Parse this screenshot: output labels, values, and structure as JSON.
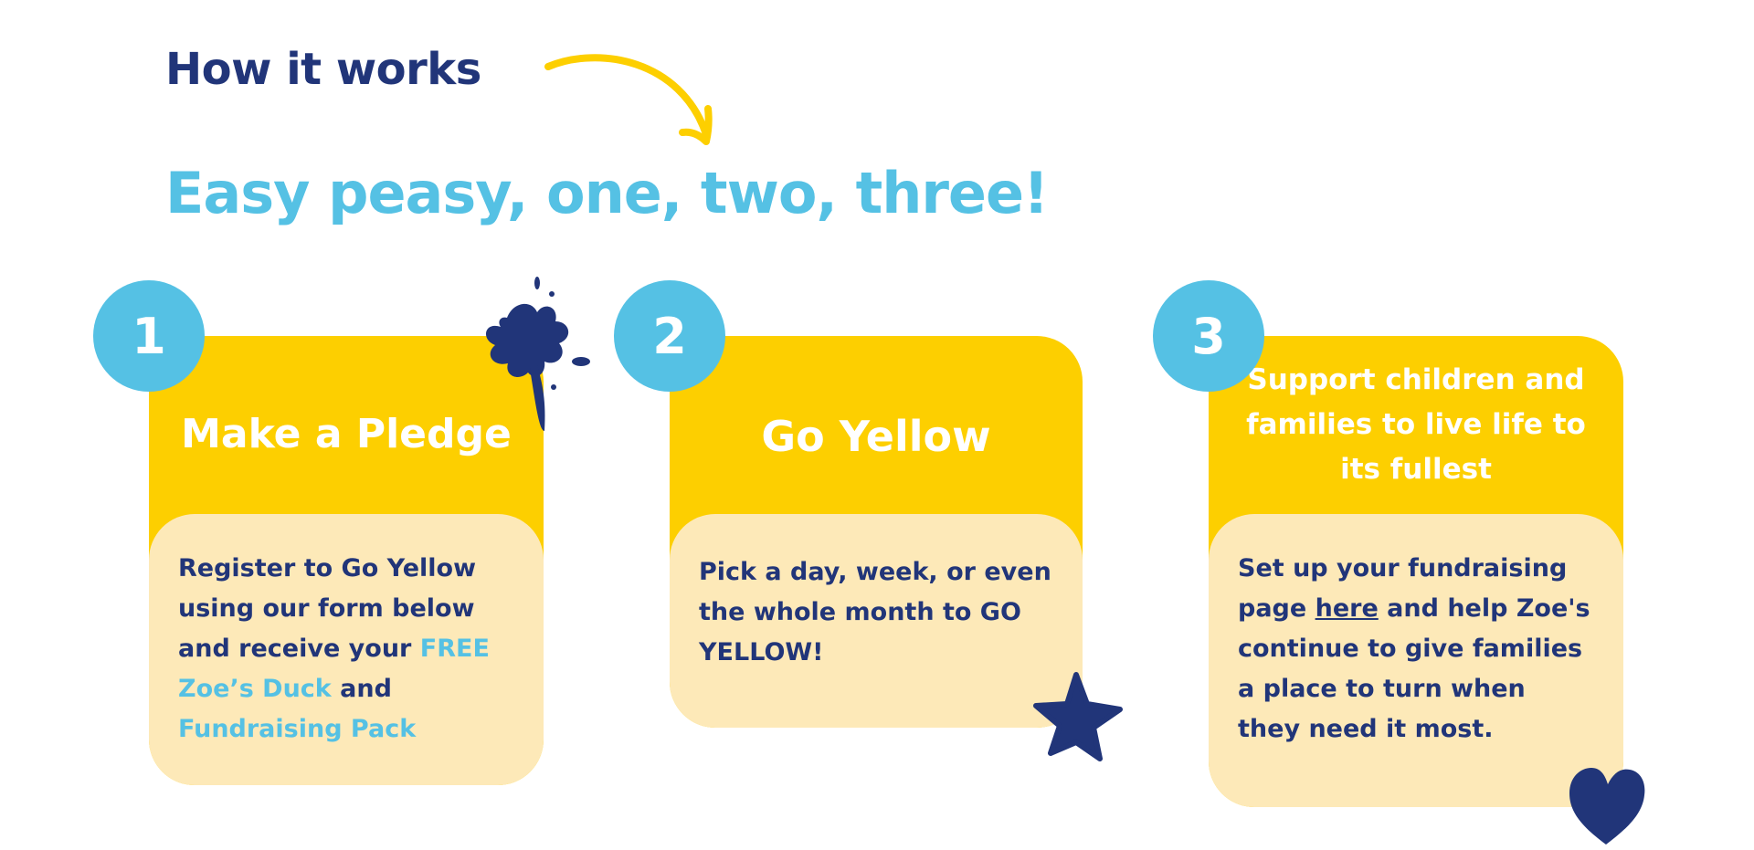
{
  "section": {
    "kicker": "How it works",
    "headline": "Easy peasy, one, two, three!"
  },
  "steps": [
    {
      "number": "1",
      "title": "Make a Pledge",
      "body_before": "Register to Go Yellow using our form below and receive your ",
      "highlight_1": "FREE Zoe’s Duck",
      "body_middle": " and ",
      "highlight_2": "Fundraising Pack"
    },
    {
      "number": "2",
      "title": "Go Yellow",
      "body": "Pick a day, week, or even the whole month to GO YELLOW!"
    },
    {
      "number": "3",
      "title": "Support children and families to live life to its fullest",
      "body_before": "Set up your fundraising page ",
      "link": "here",
      "body_after": " and help Zoe's continue to give families a place to turn when they need it most."
    }
  ],
  "colors": {
    "navy": "#213579",
    "sky": "#55c1e4",
    "yellow": "#fdcf00",
    "cream": "#fde9b8",
    "white": "#ffffff"
  }
}
